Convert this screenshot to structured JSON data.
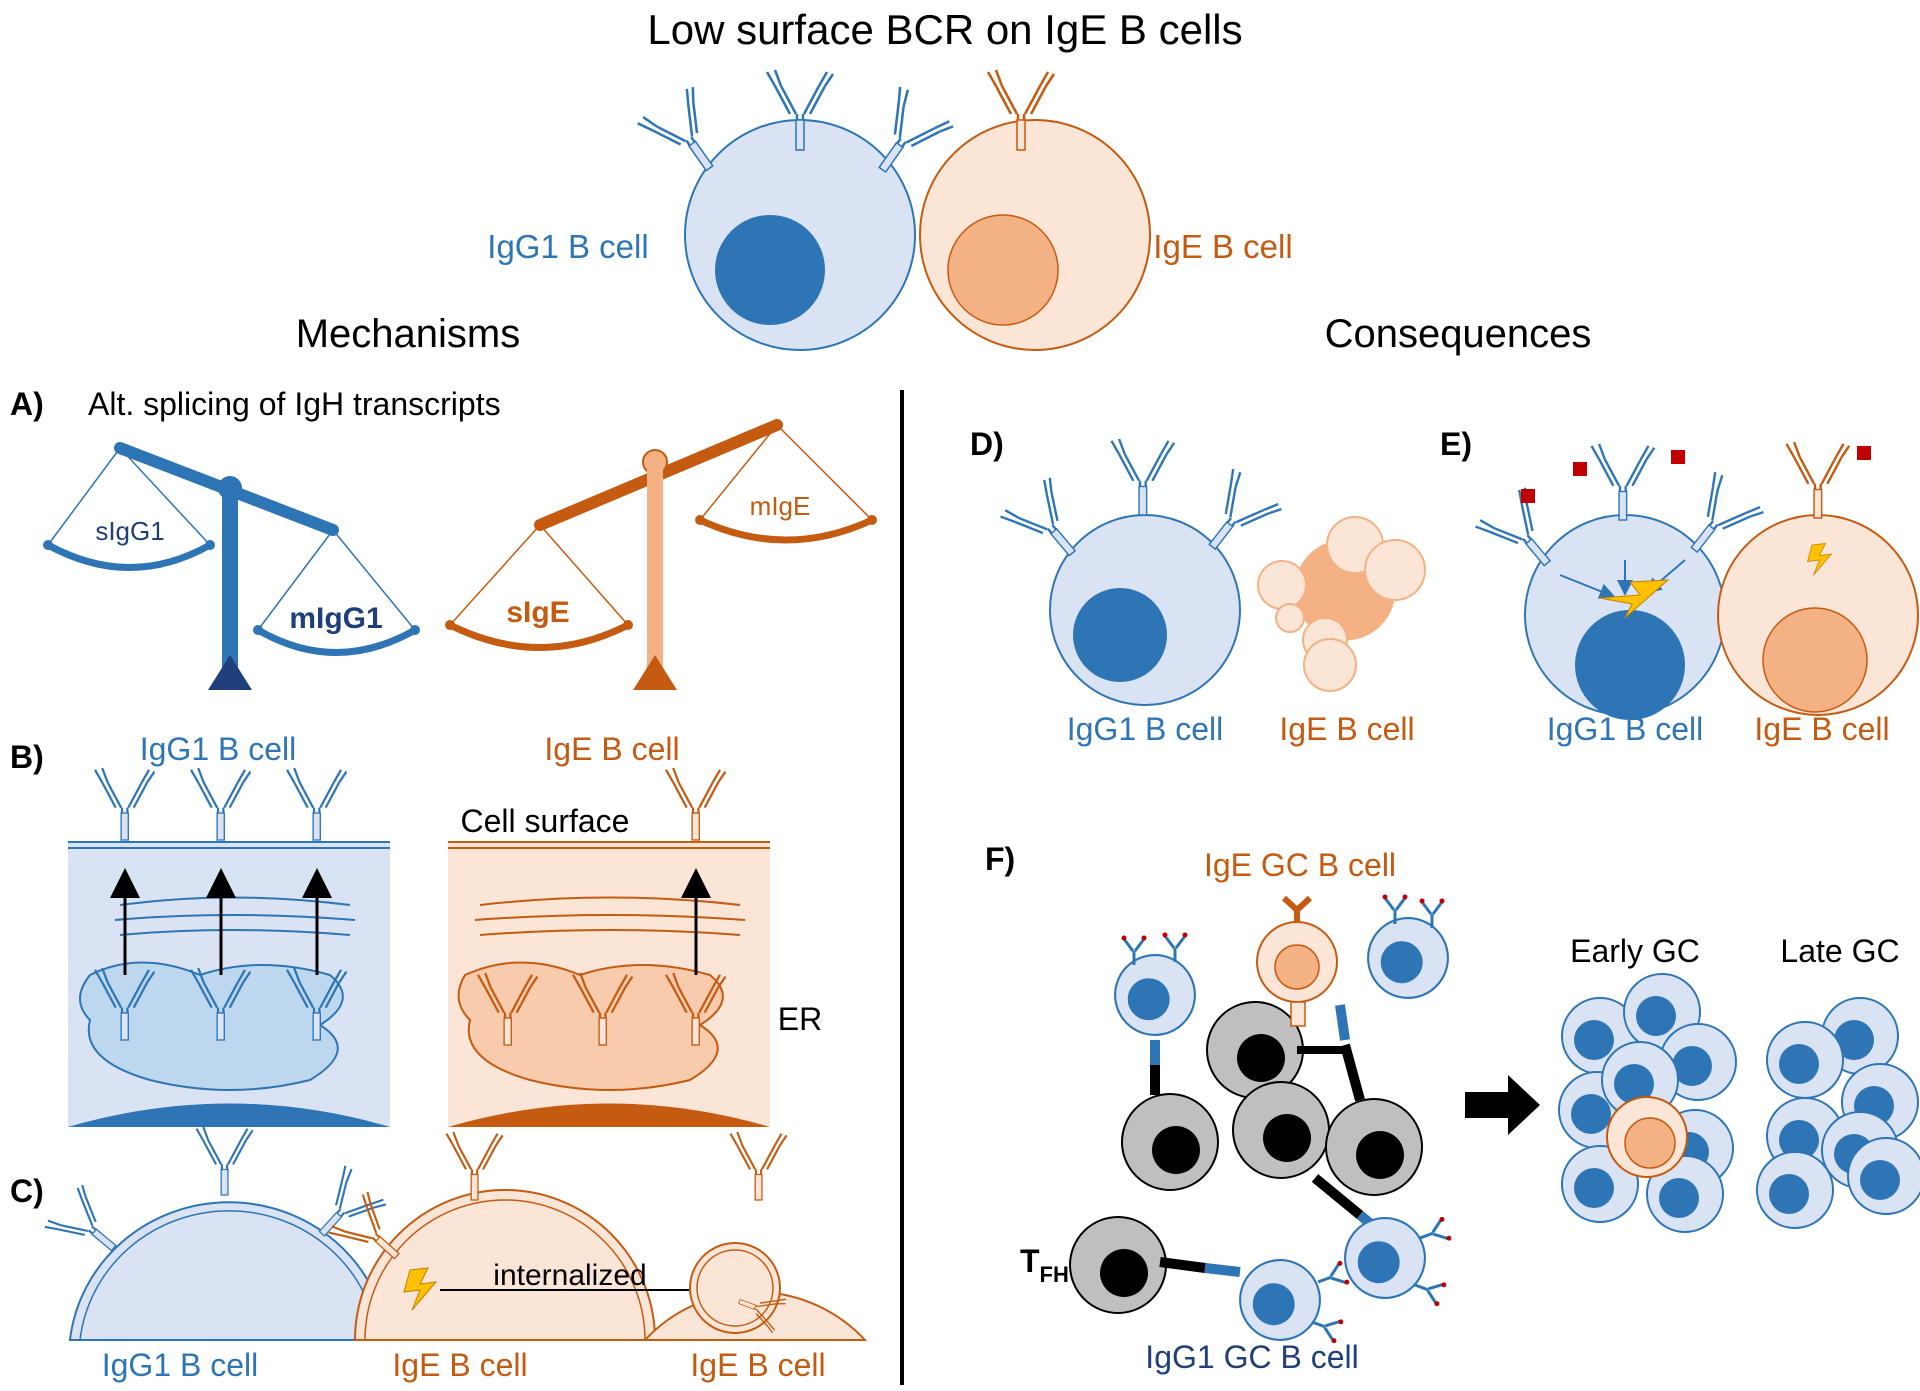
{
  "title": "Low surface BCR on IgE B cells",
  "top_labels": {
    "igg1": "IgG1 B cell",
    "ige": "IgE B cell"
  },
  "sections": {
    "mechanisms": "Mechanisms",
    "consequences": "Consequences"
  },
  "panel_a": {
    "letter": "A)",
    "title": "Alt. splicing of IgH transcripts",
    "sigg1": "sIgG1",
    "migg1": "mIgG1",
    "sige": "sIgE",
    "mige": "mIgE"
  },
  "panel_b": {
    "letter": "B)",
    "igg1": "IgG1 B cell",
    "ige": "IgE B cell",
    "cell_surface": "Cell surface",
    "er": "ER"
  },
  "panel_c": {
    "letter": "C)",
    "igg1": "IgG1 B cell",
    "ige1": "IgE B cell",
    "ige2": "IgE B cell",
    "internalized": "internalized"
  },
  "panel_d": {
    "letter": "D)",
    "igg1": "IgG1 B cell",
    "ige": "IgE B cell"
  },
  "panel_e": {
    "letter": "E)",
    "igg1": "IgG1 B cell",
    "ige": "IgE B cell"
  },
  "panel_f": {
    "letter": "F)",
    "ige_gc": "IgE GC B cell",
    "igg1_gc": "IgG1 GC B cell",
    "tfh": "T",
    "tfh_sub": "FH",
    "early": "Early GC",
    "late": "Late GC"
  },
  "colors": {
    "blue": "#2e75b6",
    "blue_light": "#dae3f3",
    "blue_dark": "#1f3f7a",
    "orange": "#c55a11",
    "orange_light": "#fbe5d6",
    "orange_mid": "#f4b183",
    "grey": "#bfbfbf",
    "antigen": "#c00000",
    "bolt": "#ffc000"
  }
}
